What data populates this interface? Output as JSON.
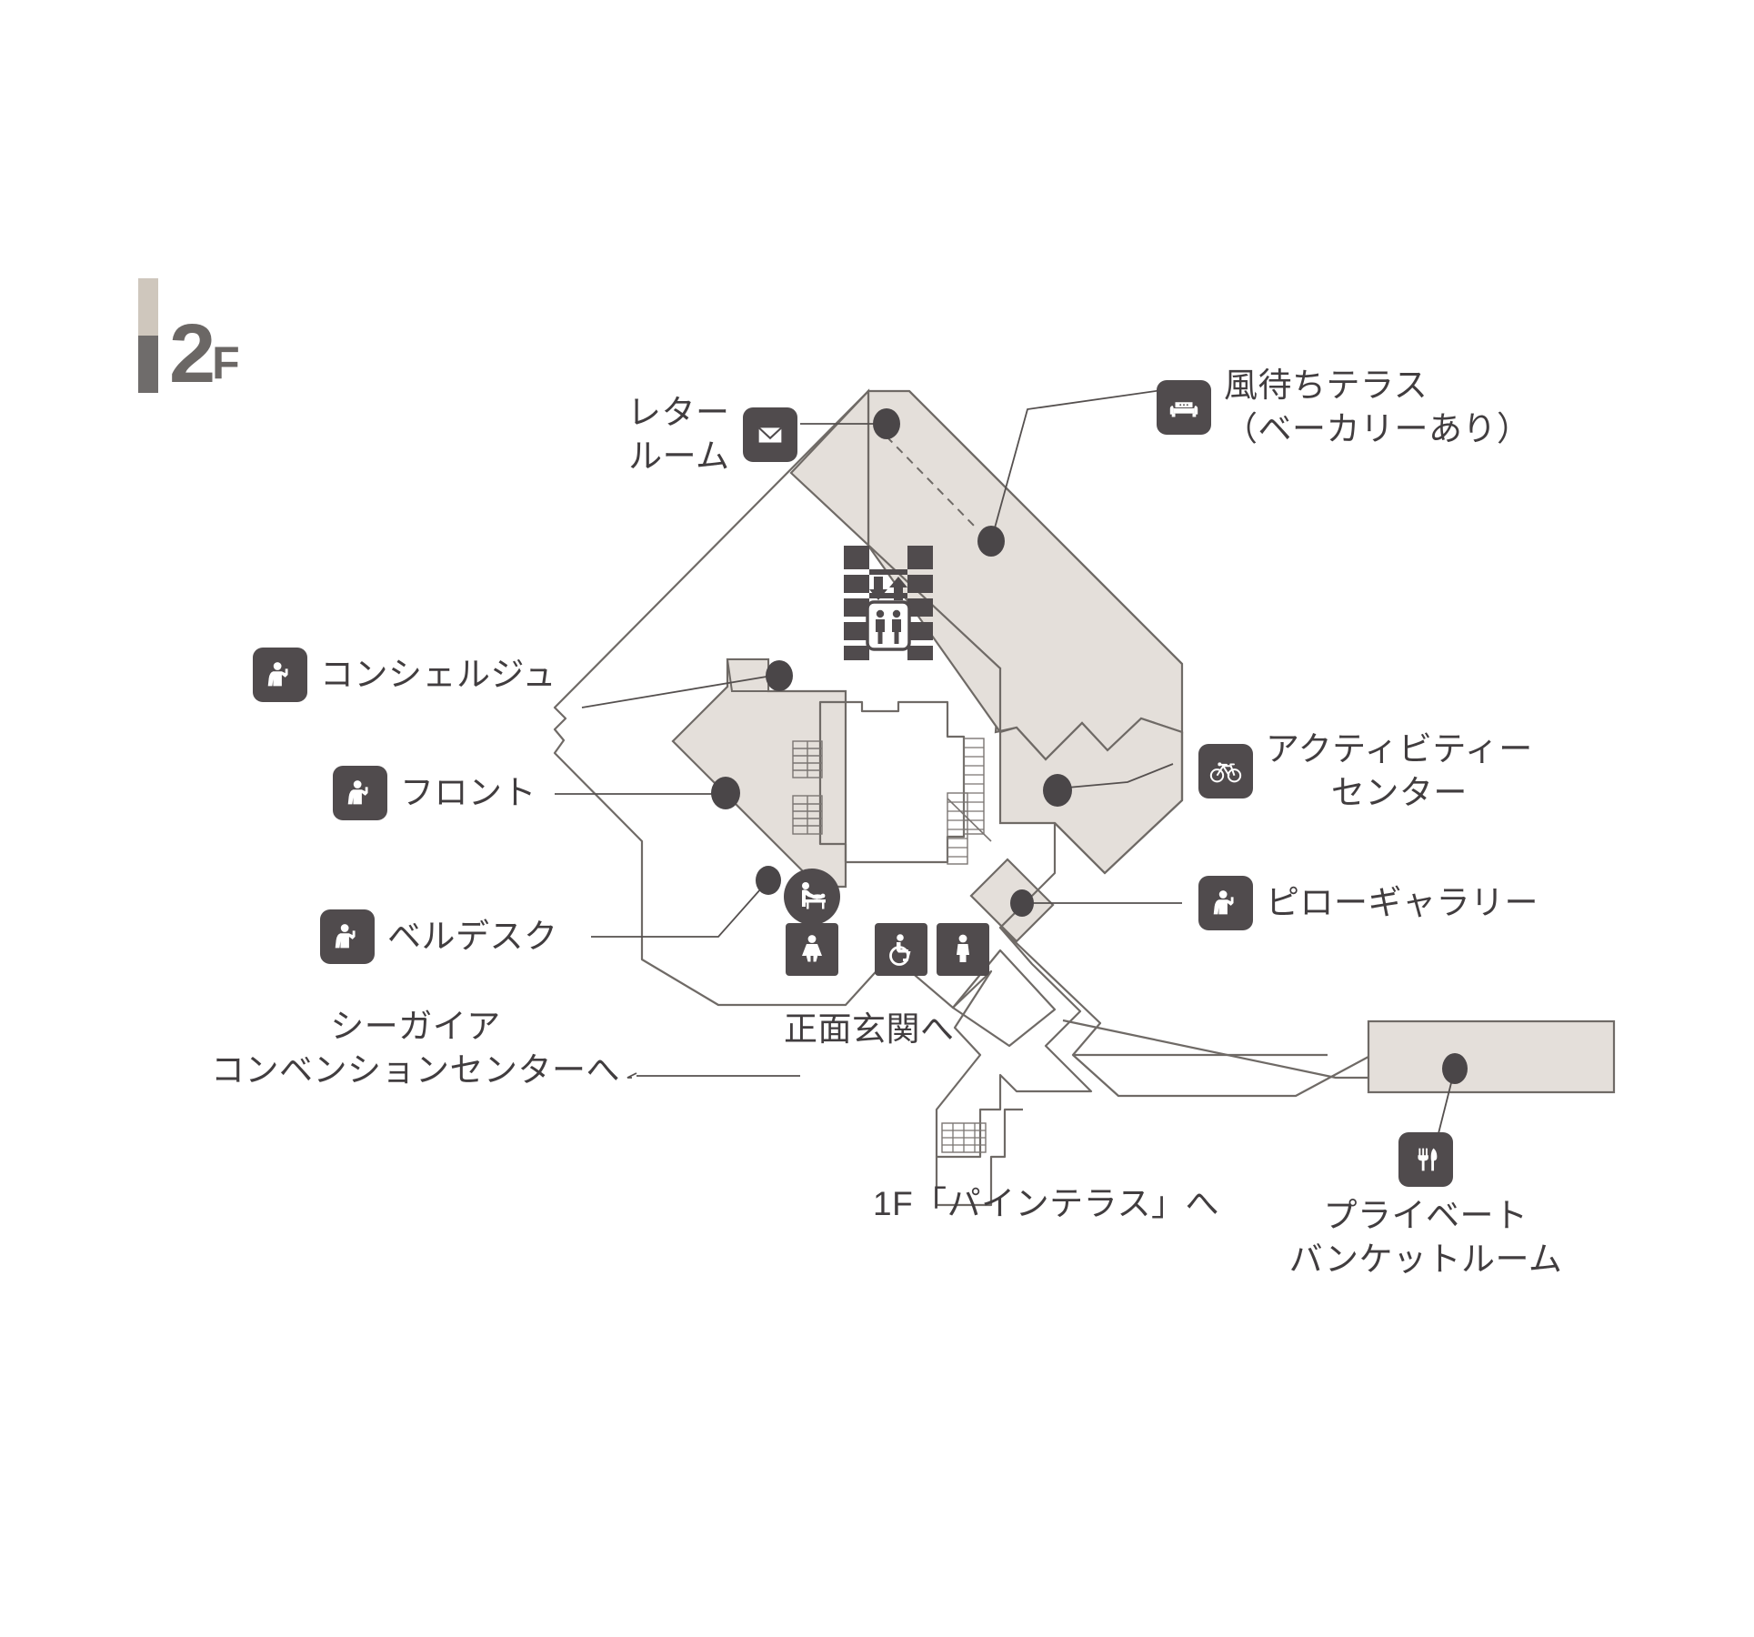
{
  "floor": {
    "number": "2",
    "suffix": "F",
    "bar_top_color": "#cfc7bd",
    "bar_bottom_color": "#6f6c6b"
  },
  "palette": {
    "icon_background": "#504b4d",
    "room_fill": "#e4dfda",
    "outline": "#6f6a66",
    "text": "#413d3f",
    "dot": "#4a4648",
    "page_background": "#ffffff"
  },
  "labels": [
    {
      "id": "letter-room",
      "icon": "envelope-icon",
      "lines": [
        "レター",
        "ルーム"
      ],
      "text": "レタールーム"
    },
    {
      "id": "kazemachi-terrace",
      "icon": "armchair-icon",
      "lines": [
        "風待ちテラス",
        "（ベーカリーあり）"
      ],
      "text": "風待ちテラス（ベーカリーあり）"
    },
    {
      "id": "concierge",
      "icon": "staff-person-icon",
      "lines": [
        "コンシェルジュ"
      ],
      "text": "コンシェルジュ"
    },
    {
      "id": "front-desk",
      "icon": "staff-person-icon",
      "lines": [
        "フロント"
      ],
      "text": "フロント"
    },
    {
      "id": "bell-desk",
      "icon": "staff-person-icon",
      "lines": [
        "ベルデスク"
      ],
      "text": "ベルデスク"
    },
    {
      "id": "activity-center",
      "icon": "bicycle-icon",
      "lines": [
        "アクティビティー",
        "センター"
      ],
      "text": "アクティビティーセンター"
    },
    {
      "id": "pillow-gallery",
      "icon": "staff-person-icon",
      "lines": [
        "ピローギャラリー"
      ],
      "text": "ピローギャラリー"
    },
    {
      "id": "private-banquet-room",
      "icon": "cutlery-icon",
      "lines": [
        "プライベート",
        "バンケットルーム"
      ],
      "text": "プライベートバンケットルーム"
    },
    {
      "id": "seagaia-convention-center",
      "icon": null,
      "lines": [
        "シーガイア",
        "コンベンションセンターへ"
      ],
      "text": "シーガイアコンベンションセンターへ"
    },
    {
      "id": "main-entrance",
      "icon": null,
      "lines": [
        "正面玄関へ"
      ],
      "text": "正面玄関へ"
    },
    {
      "id": "pine-terrace-1f",
      "icon": null,
      "lines": [
        "1F「パインテラス」へ"
      ],
      "text": "1F「パインテラス」へ"
    }
  ],
  "facility_icons": [
    {
      "id": "elevator",
      "name": "elevator-icon",
      "caption": ""
    },
    {
      "id": "baby-changing",
      "name": "baby-changing-icon",
      "caption": ""
    },
    {
      "id": "womens-restroom",
      "name": "womens-restroom-icon",
      "caption": ""
    },
    {
      "id": "accessible-restroom",
      "name": "wheelchair-accessible-icon",
      "caption": ""
    },
    {
      "id": "mens-restroom",
      "name": "mens-restroom-icon",
      "caption": ""
    }
  ],
  "label_text": {
    "letter_room_l1": "レター",
    "letter_room_l2": "ルーム",
    "kazemachi_l1": "風待ちテラス",
    "kazemachi_l2": "（ベーカリーあり）",
    "concierge": "コンシェルジュ",
    "front_desk": "フロント",
    "bell_desk": "ベルデスク",
    "activity_l1": "アクティビティー",
    "activity_l2": "センター",
    "pillow_gallery": "ピローギャラリー",
    "banquet_l1": "プライベート",
    "banquet_l2": "バンケットルーム",
    "seagaia_l1": "シーガイア",
    "seagaia_l2": "コンベンションセンターへ",
    "main_entrance": "正面玄関へ",
    "pine_terrace": "1F「パインテラス」へ"
  }
}
